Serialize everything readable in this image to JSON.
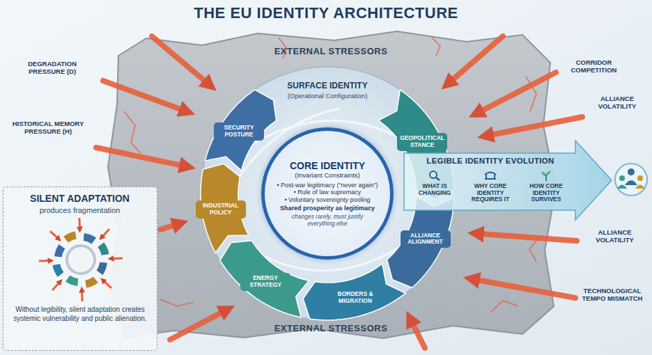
{
  "diagram": {
    "title": "THE EU IDENTITY ARCHITECTURE",
    "nodes": [
      {
        "text": [
          "EXTERNAL STRESSORS",
          "EXTERNAL STRESSORS"
        ]
      },
      {
        "text": [
          "SURFACE IDENTITY",
          "(Operational Configuration)"
        ],
        "in": 0
      },
      {
        "text": [
          "CORE IDENTITY",
          "(Invariant Constraints)",
          "• Post-war legitimacy (“never again”)",
          "• Rule of law supremacy",
          "• Voluntary sovereignty pooling",
          "Shared prosperity as legitimacy",
          "changes rarely, must justify everything else"
        ],
        "in": 1
      },
      {
        "text": [
          "SECURITY POSTURE"
        ],
        "in": 1
      },
      {
        "text": [
          "GEOPOLITICAL STANCE"
        ],
        "in": 1
      },
      {
        "text": [
          "ALLIANCE ALIGNMENT"
        ],
        "in": 1
      },
      {
        "text": [
          "BORDERS & MIGRATION"
        ],
        "in": 1
      },
      {
        "text": [
          "ENERGY STRATEGY"
        ],
        "in": 1
      },
      {
        "text": [
          "INDUSTRIAL POLICY"
        ],
        "in": 1
      },
      {
        "text": [
          "LEGIBLE IDENTITY EVOLUTION"
        ]
      },
      {
        "text": [
          "WHAT IS CHANGING"
        ],
        "in": 9
      },
      {
        "text": [
          "WHY CORE IDENTITY REQUIRES IT"
        ],
        "in": 9
      },
      {
        "text": [
          "HOW CORE IDENTITY SURVIVES"
        ],
        "in": 9
      },
      {
        "text": [
          "SILENT ADAPTATION",
          "produces fragmentation",
          "Without legibility, silent adaptation creates systemic vulnerability and public alienation."
        ]
      }
    ],
    "labels": [
      "DEGRADATION PRESSURE (D)",
      "HISTORICAL MEMORY PRESSURE (H)",
      "CORRIDOR COMPETITION",
      "ALLIANCE VOLATILITY",
      "ALLIANCE VOLATILITY",
      "TECHNOLOGICAL TEMPO MISMATCH"
    ]
  }
}
